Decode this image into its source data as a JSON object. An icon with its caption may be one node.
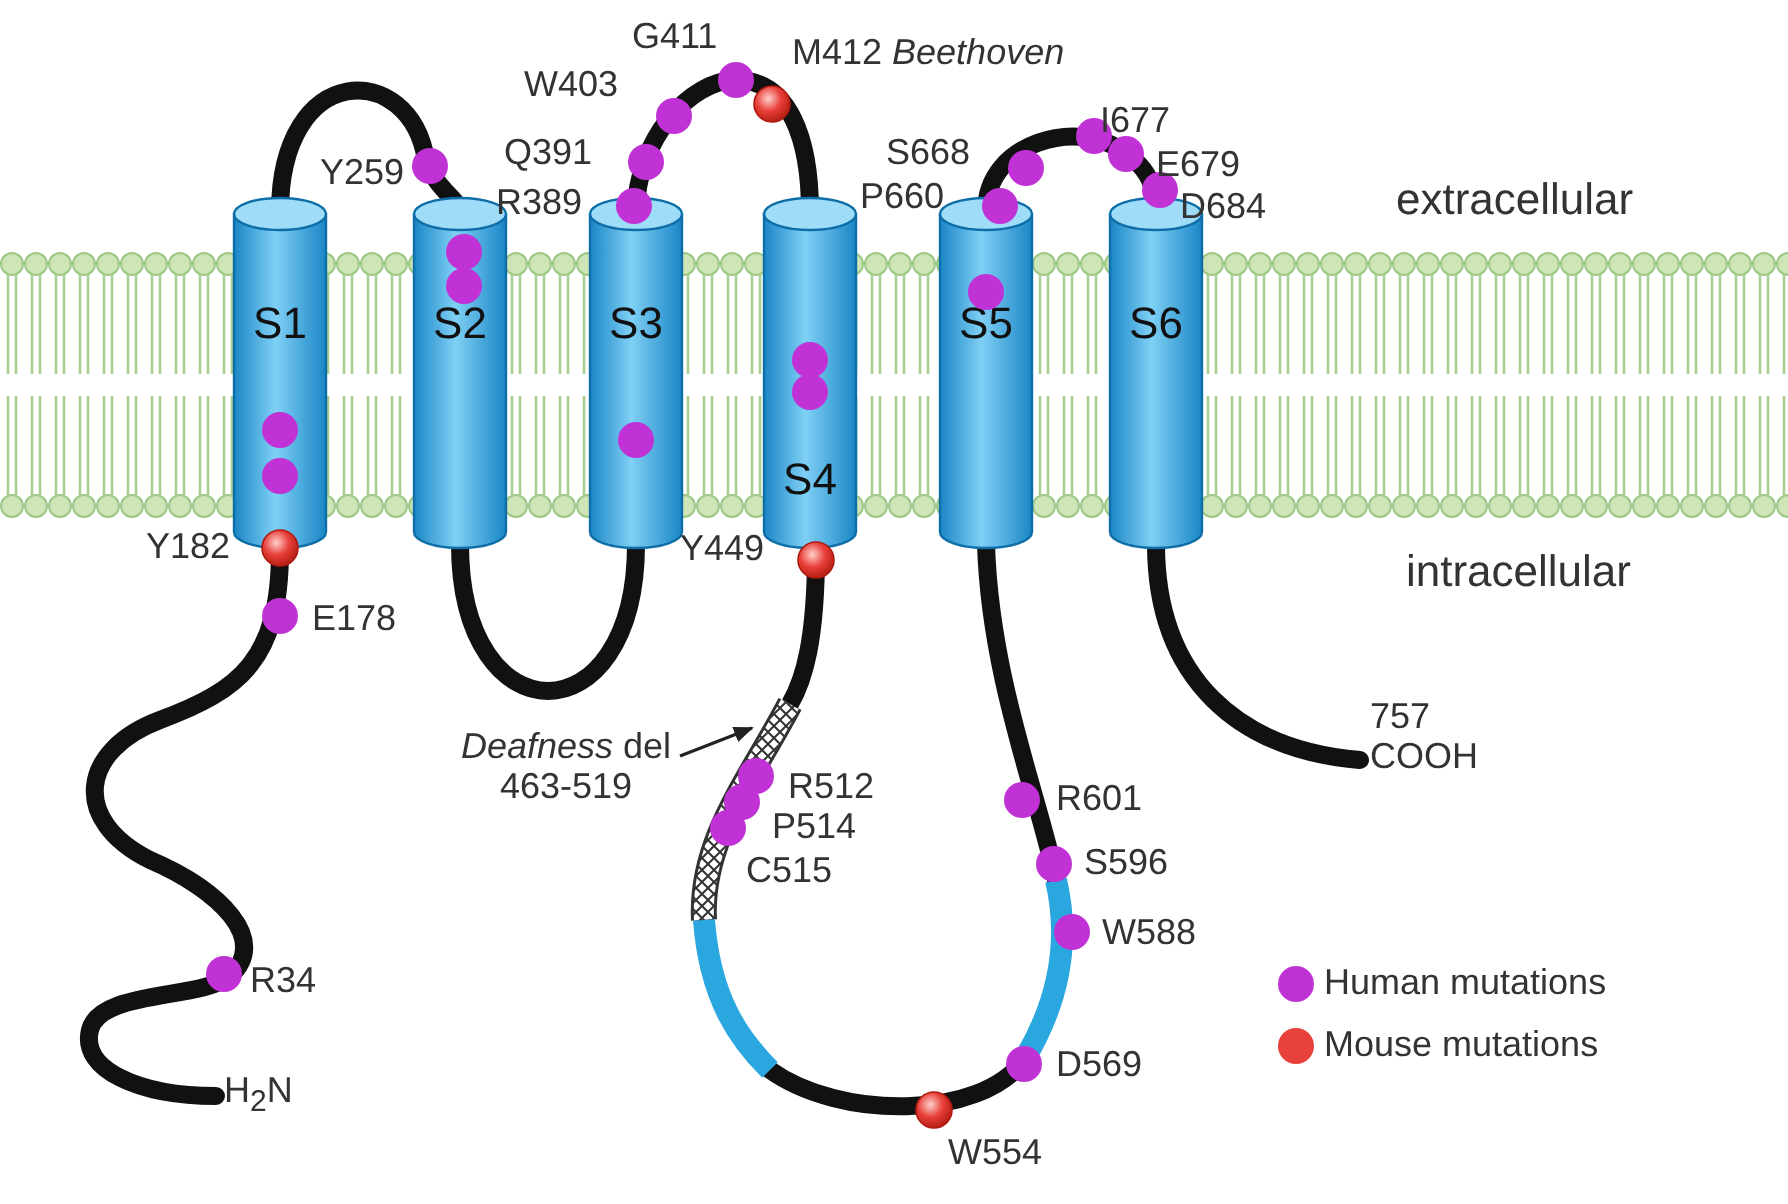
{
  "diagram": {
    "nodes": [
      {
        "text": [
          "S1"
        ]
      },
      {
        "text": [
          "S2"
        ]
      },
      {
        "text": [
          "S3"
        ]
      },
      {
        "text": [
          "S4"
        ]
      },
      {
        "text": [
          "S5"
        ]
      },
      {
        "text": [
          "S6"
        ]
      },
      {
        "text": [
          "*Deafness* del 463-519"
        ]
      },
      {
        "text": [],
        "shape": "bar"
      }
    ],
    "edges": [
      {
        "from": 6,
        "to": 7,
        "arrow": "to"
      },
      {
        "from": 0,
        "to": 1,
        "arrow": "none"
      },
      {
        "from": 1,
        "to": 2,
        "arrow": "none"
      },
      {
        "from": 2,
        "to": 3,
        "arrow": "none"
      },
      {
        "from": 3,
        "to": 7,
        "arrow": "none"
      },
      {
        "from": 7,
        "to": 4,
        "arrow": "none"
      },
      {
        "from": 4,
        "to": 5,
        "arrow": "none"
      }
    ],
    "labels": [
      "Y259",
      "G411",
      "M412 *Beethoven*",
      "W403",
      "Q391",
      "I677",
      "S668",
      "E679",
      "R389",
      "P660",
      "D684",
      "extracellular",
      "Y182",
      "Y449",
      "intracellular",
      "E178",
      "757 COOH",
      "R512",
      "P514",
      "C515",
      "R601",
      "S596",
      "W588",
      "R34",
      "D569",
      "W554",
      "H$_{2}$N"
    ],
    "legend": [
      {
        "text": "Human mutations",
        "color": "#c132d6"
      },
      {
        "text": "Mouse mutations",
        "color": "#e8403a"
      }
    ]
  }
}
